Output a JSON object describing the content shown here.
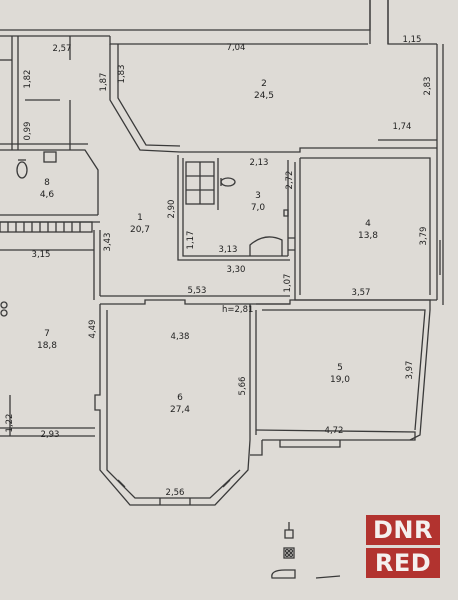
{
  "plan": {
    "height_label": "h=2,81",
    "rooms": [
      {
        "id": "room-1",
        "number": "1",
        "area": "20,7"
      },
      {
        "id": "room-2",
        "number": "2",
        "area": "24,5"
      },
      {
        "id": "room-3",
        "number": "3",
        "area": "7,0"
      },
      {
        "id": "room-4",
        "number": "4",
        "area": "13,8"
      },
      {
        "id": "room-5",
        "number": "5",
        "area": "19,0"
      },
      {
        "id": "room-6",
        "number": "6",
        "area": "27,4"
      },
      {
        "id": "room-7",
        "number": "7",
        "area": "18,8"
      },
      {
        "id": "room-8",
        "number": "8",
        "area": "4,6"
      }
    ],
    "dimensions": {
      "d_2_57": "2,57",
      "d_7_04": "7,04",
      "d_1_15": "1,15",
      "d_2_83": "2,83",
      "d_1_82": "1,82",
      "d_1_87": "1,87",
      "d_1_83": "1,83",
      "d_0_99": "0,99",
      "d_1_74": "1,74",
      "d_2_13": "2,13",
      "d_2_72": "2,72",
      "d_2_90": "2,90",
      "d_3_79": "3,79",
      "d_3_43": "3,43",
      "d_1_17": "1,17",
      "d_3_13": "3,13",
      "d_3_15": "3,15",
      "d_3_30": "3,30",
      "d_1_07": "1,07",
      "d_5_53": "5,53",
      "d_3_57": "3,57",
      "d_4_49": "4,49",
      "d_4_38": "4,38",
      "d_3_97": "3,97",
      "d_5_66": "5,66",
      "d_1_22": "1,22",
      "d_2_93": "2,93",
      "d_4_72": "4,72",
      "d_2_56": "2,56"
    }
  },
  "watermark": {
    "line1": "DNR",
    "line2": "RED"
  }
}
